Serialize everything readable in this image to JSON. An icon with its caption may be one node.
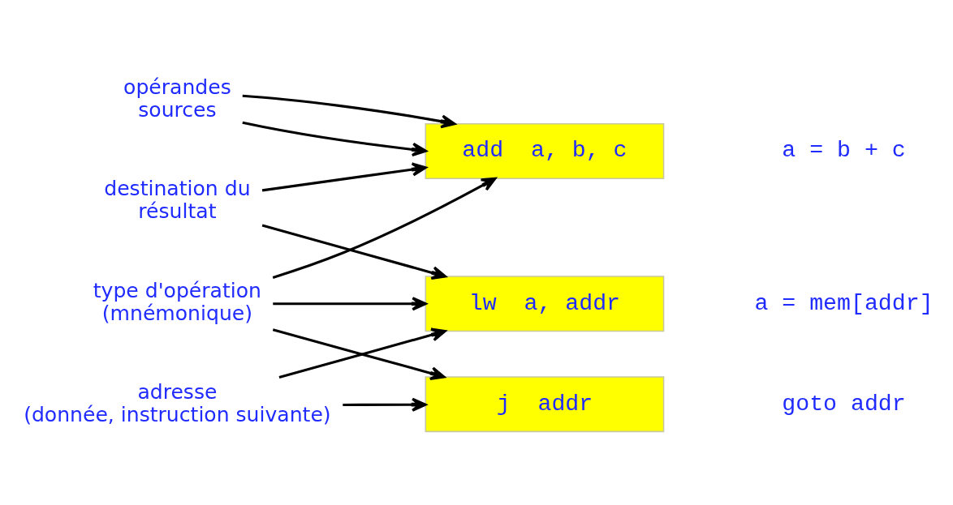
{
  "diagram": {
    "nodes": [
      {
        "text": [
          "add  a, b, c"
        ]
      },
      {
        "text": [
          "lw  a, addr"
        ]
      },
      {
        "text": [
          "j  addr"
        ]
      },
      {
        "text": [
          "type d'opération (mnémonique)"
        ]
      },
      {
        "text": [
          "destination du résultat"
        ]
      },
      {
        "text": [
          "opérandes sources"
        ]
      },
      {
        "text": [
          "adresse (donnée, instruction suivante)"
        ]
      }
    ],
    "edges": [
      {
        "from": 3,
        "to": 0,
        "arrow": "to"
      },
      {
        "from": 3,
        "to": 1,
        "arrow": "to"
      },
      {
        "from": 3,
        "to": 2,
        "arrow": "to"
      },
      {
        "from": 4,
        "to": 0,
        "arrow": "to"
      },
      {
        "from": 4,
        "to": 1,
        "arrow": "to"
      },
      {
        "from": 5,
        "to": 0,
        "arrow": "to"
      },
      {
        "from": 5,
        "to": 0,
        "arrow": "to"
      },
      {
        "from": 6,
        "to": 1,
        "arrow": "to"
      },
      {
        "from": 6,
        "to": 2,
        "arrow": "to"
      }
    ],
    "labels": [
      "a = b + c",
      "a = mem[addr]",
      "goto addr"
    ]
  }
}
